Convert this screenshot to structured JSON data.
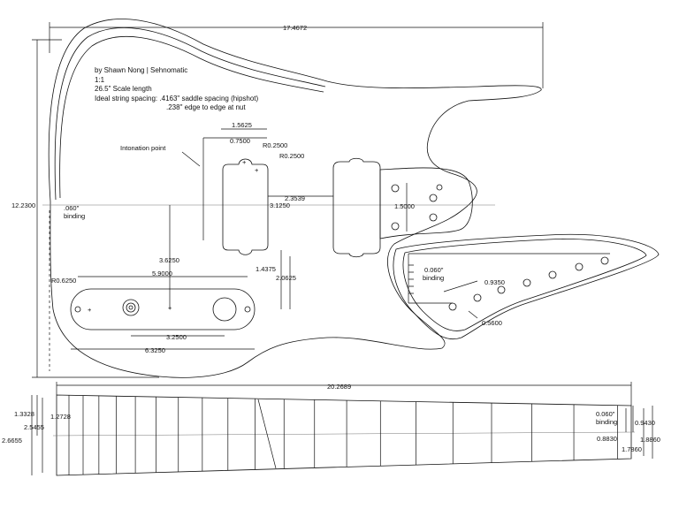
{
  "notes": {
    "author": "by Shawn Nong | Sehnomatic",
    "scale": "1:1",
    "scale_length": "26.5\" Scale length",
    "string_spacing_label": "Ideal string spacing:",
    "saddle_spacing": ".4163\" saddle spacing (hipshot)",
    "nut_spacing": ".238\" edge to edge at nut"
  },
  "body_dims": {
    "overall_width": "17.4672",
    "overall_height": "12.2300",
    "binding_label_1": ".060\"",
    "binding_label_2": "binding",
    "d_1_5625": "1.5625",
    "d_0_7500": "0.7500",
    "r_0_2500_a": "R0.2500",
    "r_0_2500_b": "R0.2500",
    "intonation": "Intonation point",
    "d_2_3539": "2.3539",
    "d_3_1250": "3.1250",
    "d_1_5000": "1.5000",
    "d_3_6250": "3.6250",
    "d_5_9000": "5.9000",
    "r_0_6250": "R0.6250",
    "d_1_4375": "1.4375",
    "d_2_0625": "2.0625",
    "d_3_2500": "3.2500",
    "d_6_3250": "6.3250",
    "pg_binding_1": "0.060\"",
    "pg_binding_2": "binding",
    "d_0_9350": "0.9350",
    "d_0_5600": "0.5600"
  },
  "neck_dims": {
    "length": "20.2689",
    "d_1_3328": "1.3328",
    "d_2_5455": "2.5455",
    "d_2_6655": "2.6655",
    "d_1_2728": "1.2728",
    "binding_1": "0.060\"",
    "binding_2": "binding",
    "d_0_9430": "0.9430",
    "d_0_8830": "0.8830",
    "d_1_8860": "1.8860",
    "d_1_7860": "1.7860"
  }
}
